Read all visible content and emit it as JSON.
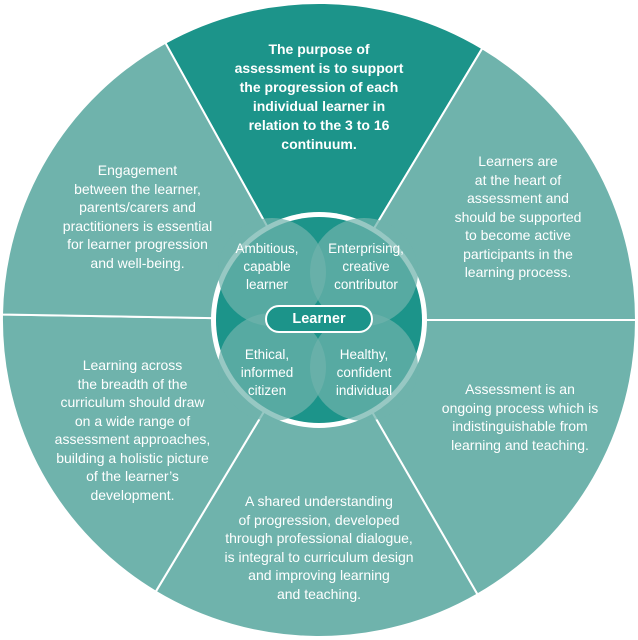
{
  "colors": {
    "segment": "#6fb3ac",
    "segment_top": "#1c948a",
    "centre": "#1c948a",
    "petal": "#6fb3ac",
    "lines": "#ffffff"
  },
  "segments": [
    {
      "id": "top",
      "text": "The purpose of\nassessment is to support\nthe progression of each\nindividual learner in\nrelation to the 3 to 16\ncontinuum."
    },
    {
      "id": "upper-right",
      "text": "Learners are\nat the heart of\nassessment and\nshould be supported\nto become active\nparticipants in the\nlearning process."
    },
    {
      "id": "lower-right",
      "text": "Assessment is an\nongoing process which is\nindistinguishable from\nlearning and teaching."
    },
    {
      "id": "bottom",
      "text": "A shared understanding\nof progression, developed\nthrough professional dialogue,\nis integral to curriculum design\nand improving learning\nand teaching."
    },
    {
      "id": "lower-left",
      "text": "Learning across\nthe breadth of the\ncurriculum should draw\non a wide range of\nassessment approaches,\nbuilding a holistic picture\nof the learner’s\ndevelopment."
    },
    {
      "id": "upper-left",
      "text": "Engagement\nbetween the learner,\nparents/carers and\npractitioners is essential\nfor learner progression\nand well-being."
    }
  ],
  "purposes": [
    {
      "id": "ambitious",
      "text": "Ambitious,\ncapable\nlearner"
    },
    {
      "id": "enterprising",
      "text": "Enterprising,\ncreative\ncontributor"
    },
    {
      "id": "ethical",
      "text": "Ethical,\ninformed\ncitizen"
    },
    {
      "id": "healthy",
      "text": "Healthy,\nconfident\nindividual"
    }
  ],
  "centre_label": "Learner"
}
